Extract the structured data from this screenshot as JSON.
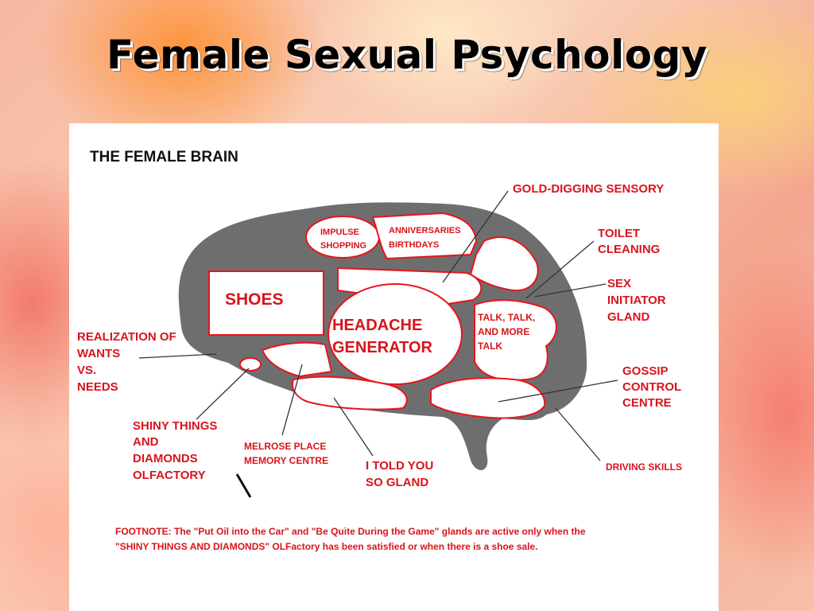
{
  "slide": {
    "title": "Female Sexual Psychology"
  },
  "diagram": {
    "heading": "THE FEMALE BRAIN",
    "regions": {
      "impulse": [
        "IMPULSE",
        "SHOPPING"
      ],
      "anniversaries": [
        "ANNIVERSARIES",
        "BIRTHDAYS"
      ],
      "shoes": "SHOES",
      "headache": [
        "HEADACHE",
        "GENERATOR"
      ],
      "talk": [
        "TALK, TALK,",
        "AND MORE",
        "TALK"
      ]
    },
    "callouts": {
      "gold_digging": "GOLD-DIGGING SENSORY",
      "toilet": [
        "TOILET",
        "CLEANING"
      ],
      "sex_initiator": [
        "SEX",
        "INITIATOR",
        "GLAND"
      ],
      "realization": [
        "REALIZATION OF",
        "WANTS",
        "VS.",
        "NEEDS"
      ],
      "gossip": [
        "GOSSIP",
        "CONTROL",
        "CENTRE"
      ],
      "shiny": [
        "SHINY THINGS",
        "AND",
        "DIAMONDS",
        "OLFACTORY"
      ],
      "melrose": [
        "MELROSE PLACE",
        "MEMORY CENTRE"
      ],
      "told_you": [
        "I TOLD YOU",
        "SO GLAND"
      ],
      "driving": "DRIVING SKILLS"
    },
    "footnote": [
      "FOOTNOTE:  The \"Put Oil into the Car\" and \"Be Quite During the Game\" glands are active only when the",
      "\"SHINY THINGS AND DIAMONDS\" OLFactory has been satisfied or when there is a shoe sale."
    ],
    "colors": {
      "brain": "#6e6e6e",
      "outline": "#e8141c",
      "label_red": "#d8141c",
      "text_black": "#111111"
    }
  }
}
